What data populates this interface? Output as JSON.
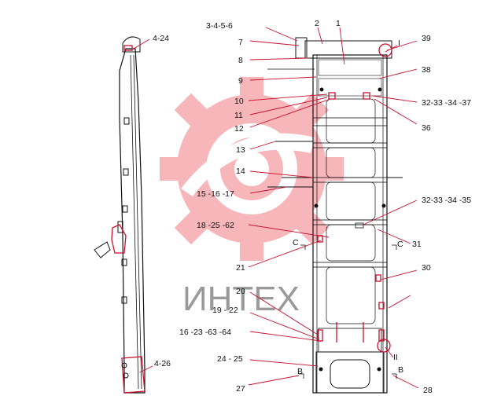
{
  "watermark": {
    "text": "ИНТЕХ",
    "color": "#f07b82"
  },
  "labels": {
    "l_3456": "3-4-5-6",
    "l_2": "2",
    "l_1": "1",
    "l_39": "39",
    "l_I": "I",
    "l_424": "4-24",
    "l_7": "7",
    "l_8": "8",
    "l_38": "38",
    "l_9": "9",
    "l_10": "10",
    "l_11": "11",
    "l_12": "12",
    "l_32_37": "32-33 -34 -37",
    "l_36": "36",
    "l_13": "13",
    "l_14": "14",
    "l_151617": "15 -16 -17",
    "l_32_35": "32-33 -34 -35",
    "l_182562": "18 -25 -62",
    "l_31": "31",
    "l_C1": "C",
    "l_C2": "C",
    "l_21": "21",
    "l_30": "30",
    "l_20": "20",
    "l_1922": "19 - 22",
    "l_16236364": "16 -23 -63 -64",
    "l_II": "II",
    "l_426": "4-26",
    "l_2425": "24 - 25",
    "l_B1": "B",
    "l_B2": "B",
    "l_27": "27",
    "l_28": "28"
  },
  "colors": {
    "leader": "#c8102e",
    "line": "#111111",
    "highlight": "#e0001b"
  }
}
